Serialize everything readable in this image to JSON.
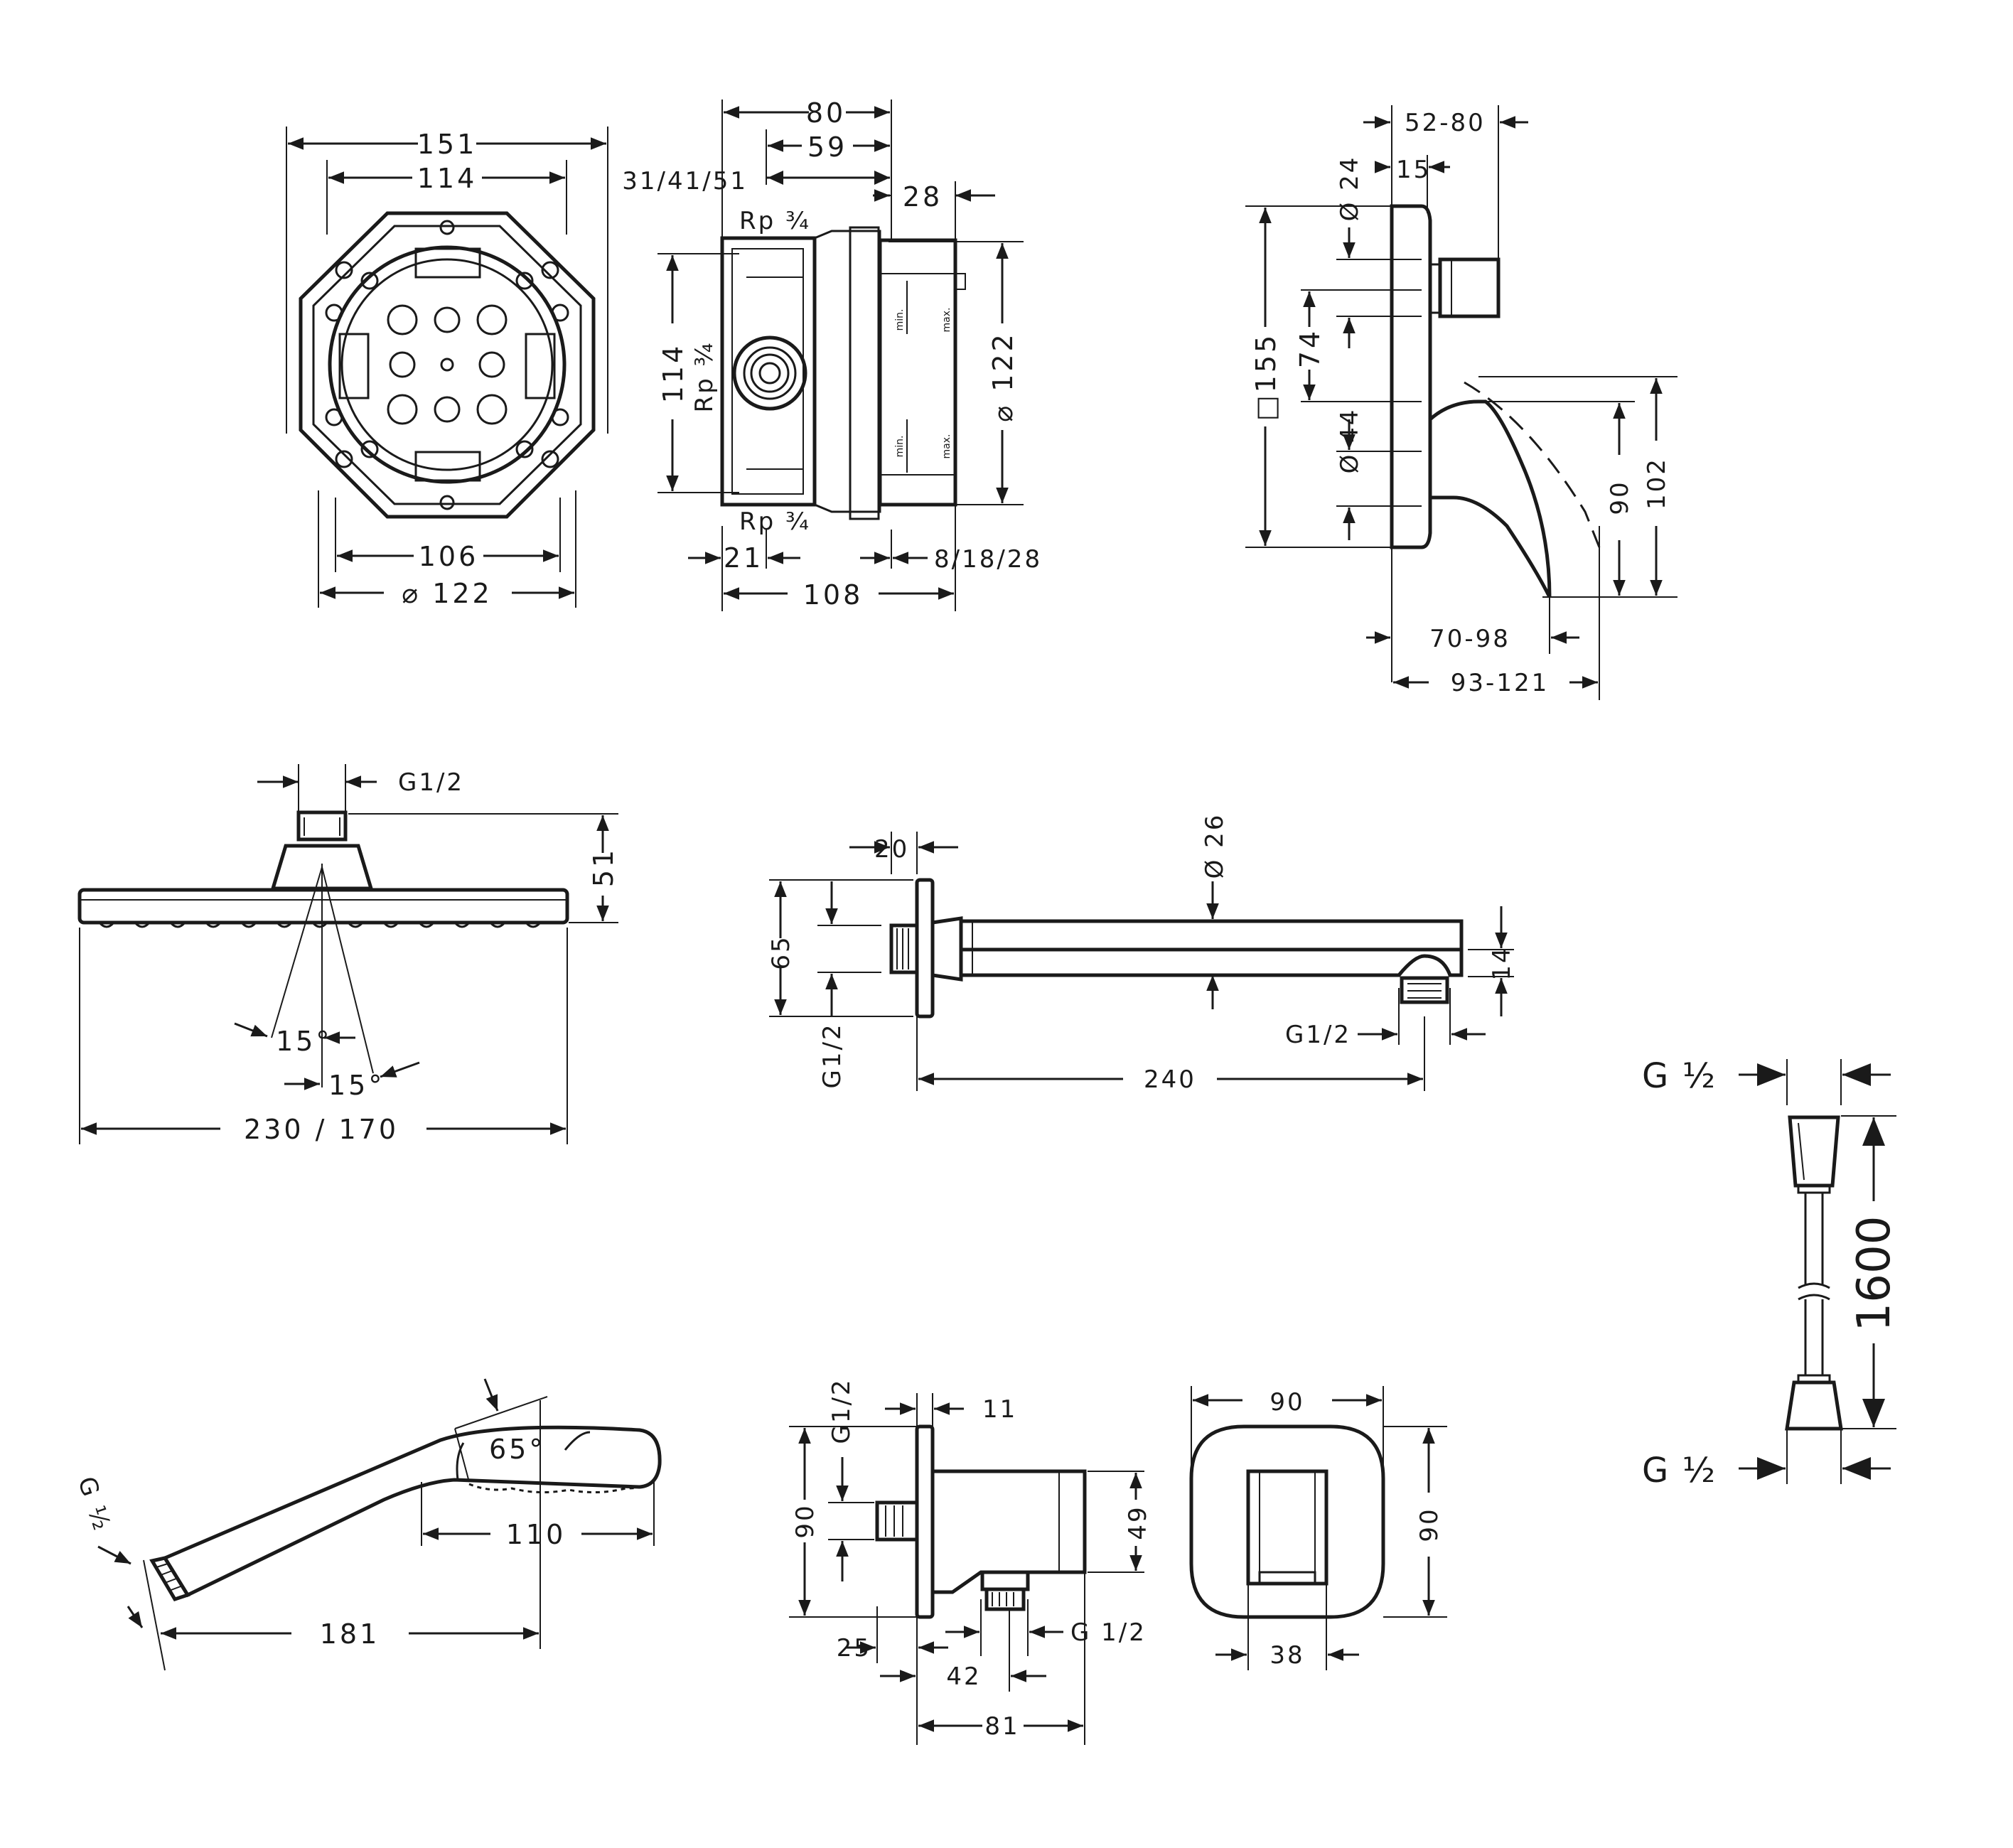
{
  "rough_in_front": {
    "d151": "151",
    "d114": "114",
    "d106": "106",
    "d122": "⌀ 122"
  },
  "rough_in_side": {
    "d80": "80",
    "d59": "59",
    "d31_41_51": "31/41/51",
    "d28": "28",
    "rp_top": "Rp ¾",
    "rp_mid": "Rp ¾",
    "rp_bottom": "Rp ¾",
    "d114": "114",
    "d122": "⌀ 122",
    "d21": "21",
    "d8_18_28": "8/18/28",
    "d108": "108",
    "min_top": "min.",
    "max_top": "max.",
    "min_bottom": "min.",
    "max_bottom": "max."
  },
  "mixer": {
    "d52_80": "52-80",
    "d15": "15",
    "d24": "Ø 24",
    "d155": "□155",
    "d74": "74",
    "d44": "Ø 44",
    "d90": "90",
    "d102": "102",
    "d70_98": "70-98",
    "d93_121": "93-121"
  },
  "overhead_shower": {
    "g12": "G1/2",
    "d51": "51",
    "angle1": "15°",
    "angle2": "15°",
    "d230_170": "230 / 170"
  },
  "shower_arm": {
    "d20": "20",
    "d26": "Ø 26",
    "d65": "65",
    "d14": "14",
    "g12_left": "G1/2",
    "g12_right": "G1/2",
    "d240": "240"
  },
  "hose": {
    "g_top": "G ½",
    "g_bottom": "G ½",
    "d1600": "1600"
  },
  "hand_shower": {
    "g12": "G ½",
    "angle": "65°",
    "d110": "110",
    "d181": "181"
  },
  "wall_outlet_side": {
    "g12": "G1/2",
    "d11": "11",
    "d90": "90",
    "d49": "49",
    "d25": "25",
    "g12_bottom": "G   1/2",
    "d42": "42",
    "d81": "81"
  },
  "wall_outlet_front": {
    "d90_w": "90",
    "d90_h": "90",
    "d38": "38"
  }
}
